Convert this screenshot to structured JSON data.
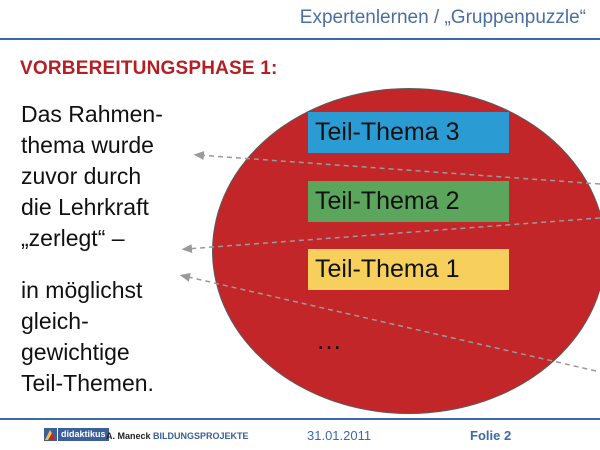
{
  "header": {
    "title": "Expertenlernen / „Gruppenpuzzle“"
  },
  "heading": "VORBEREITUNGSPHASE 1:",
  "body": {
    "paragraph1": [
      "Das Rahmen-",
      "thema wurde",
      "zuvor durch",
      "die Lehrkraft",
      "„zerlegt“ –"
    ],
    "paragraph2": [
      "in möglichst",
      "gleich-",
      "gewichtige",
      "Teil-Themen."
    ]
  },
  "topics": [
    {
      "label": "Teil-Thema 3",
      "color": "#2b9bd3"
    },
    {
      "label": "Teil-Thema 2",
      "color": "#5ba65c"
    },
    {
      "label": "Teil-Thema 1",
      "color": "#f6cf5c"
    }
  ],
  "ellipsis": "…",
  "circle_color": "#c22629",
  "footer": {
    "logo_text": "didaktikus",
    "author": "A. Maneck",
    "brand": "BILDUNGSPROJEKTE",
    "date": "31.01.2011",
    "slide_label": "Folie 2"
  }
}
